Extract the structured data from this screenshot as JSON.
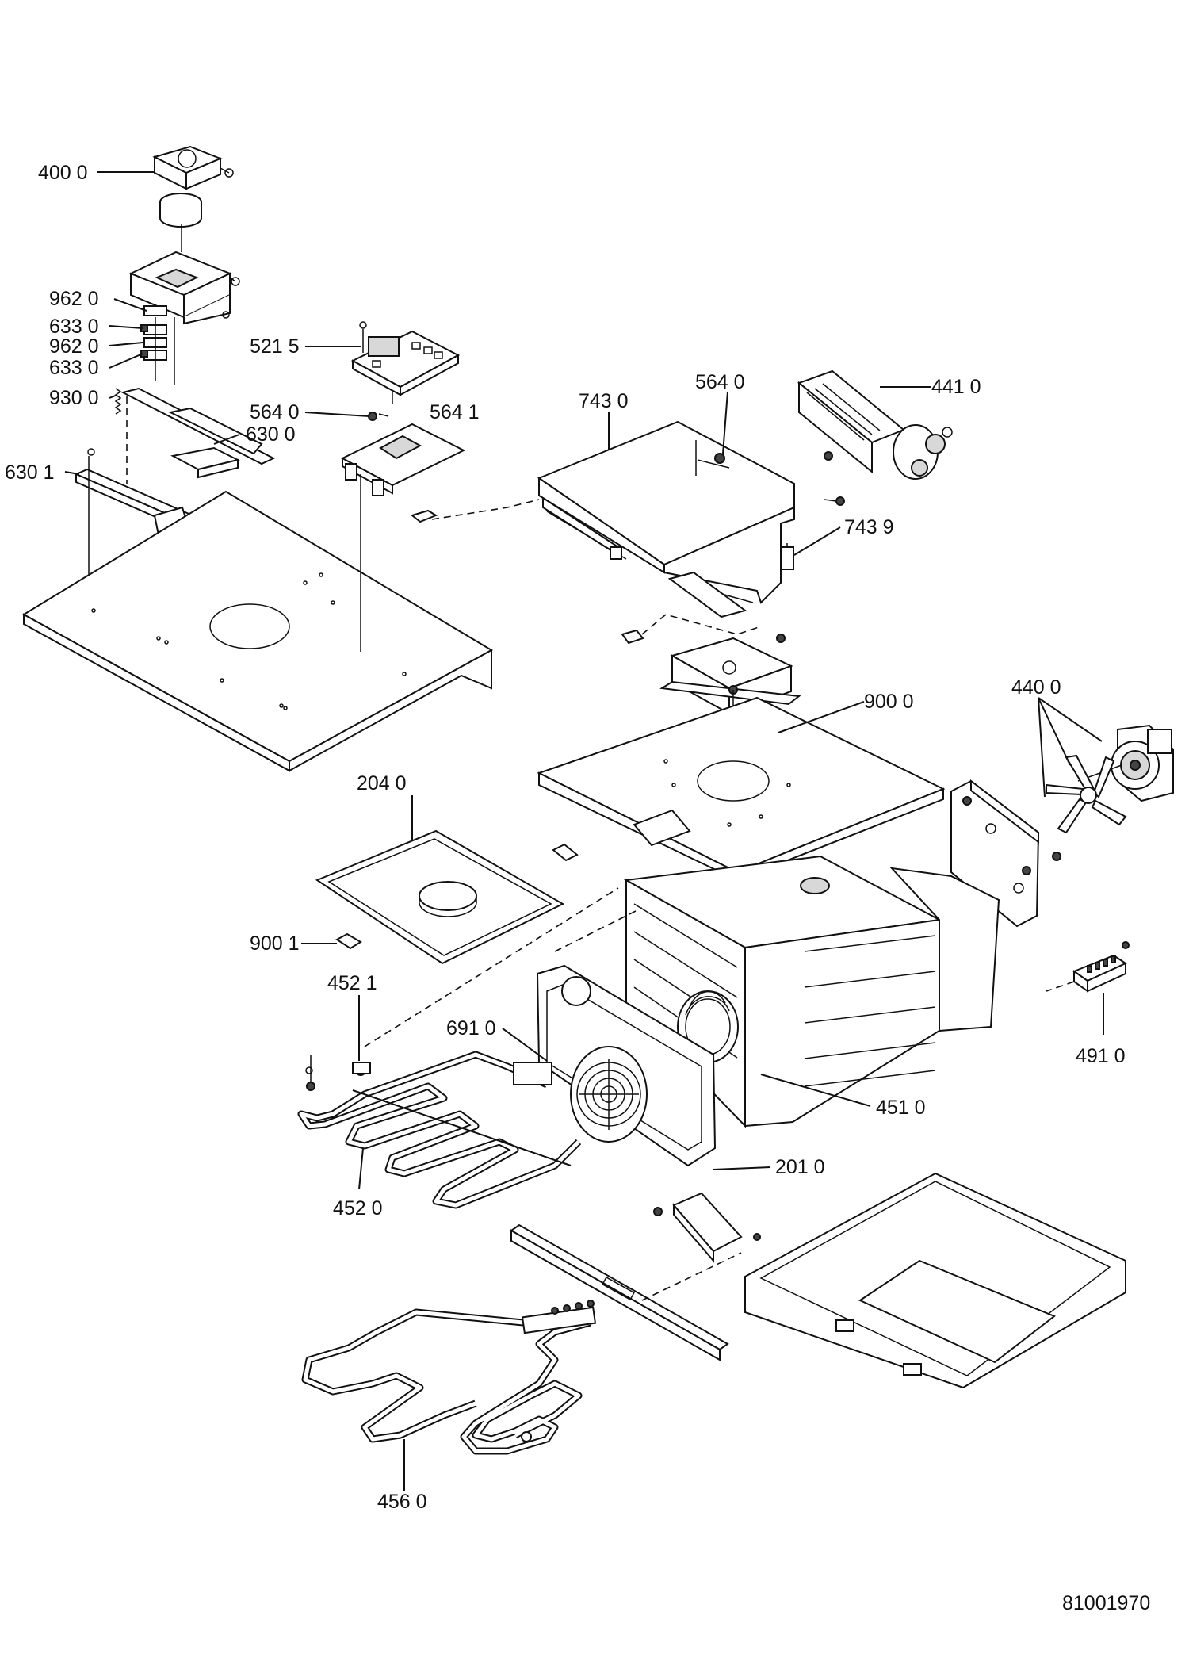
{
  "labels": {
    "l4000": "400 0",
    "l9620a": "962 0",
    "l6330a": "633 0",
    "l9620b": "962 0",
    "l6330b": "633 0",
    "l9300": "930 0",
    "l6301": "630 1",
    "l6300": "630 0",
    "l5215": "521 5",
    "l5640a": "564 0",
    "l5641": "564 1",
    "l7430": "743 0",
    "l5640b": "564 0",
    "l4410": "441 0",
    "l7439": "743 9",
    "l9000": "900 0",
    "l4400": "440 0",
    "l2040": "204 0",
    "l9001": "900 1",
    "l4521": "452 1",
    "l6910": "691 0",
    "l4910": "491 0",
    "l4510": "451 0",
    "l2010": "201 0",
    "l4520": "452 0",
    "l4560": "456 0"
  },
  "document_number": "81001970"
}
